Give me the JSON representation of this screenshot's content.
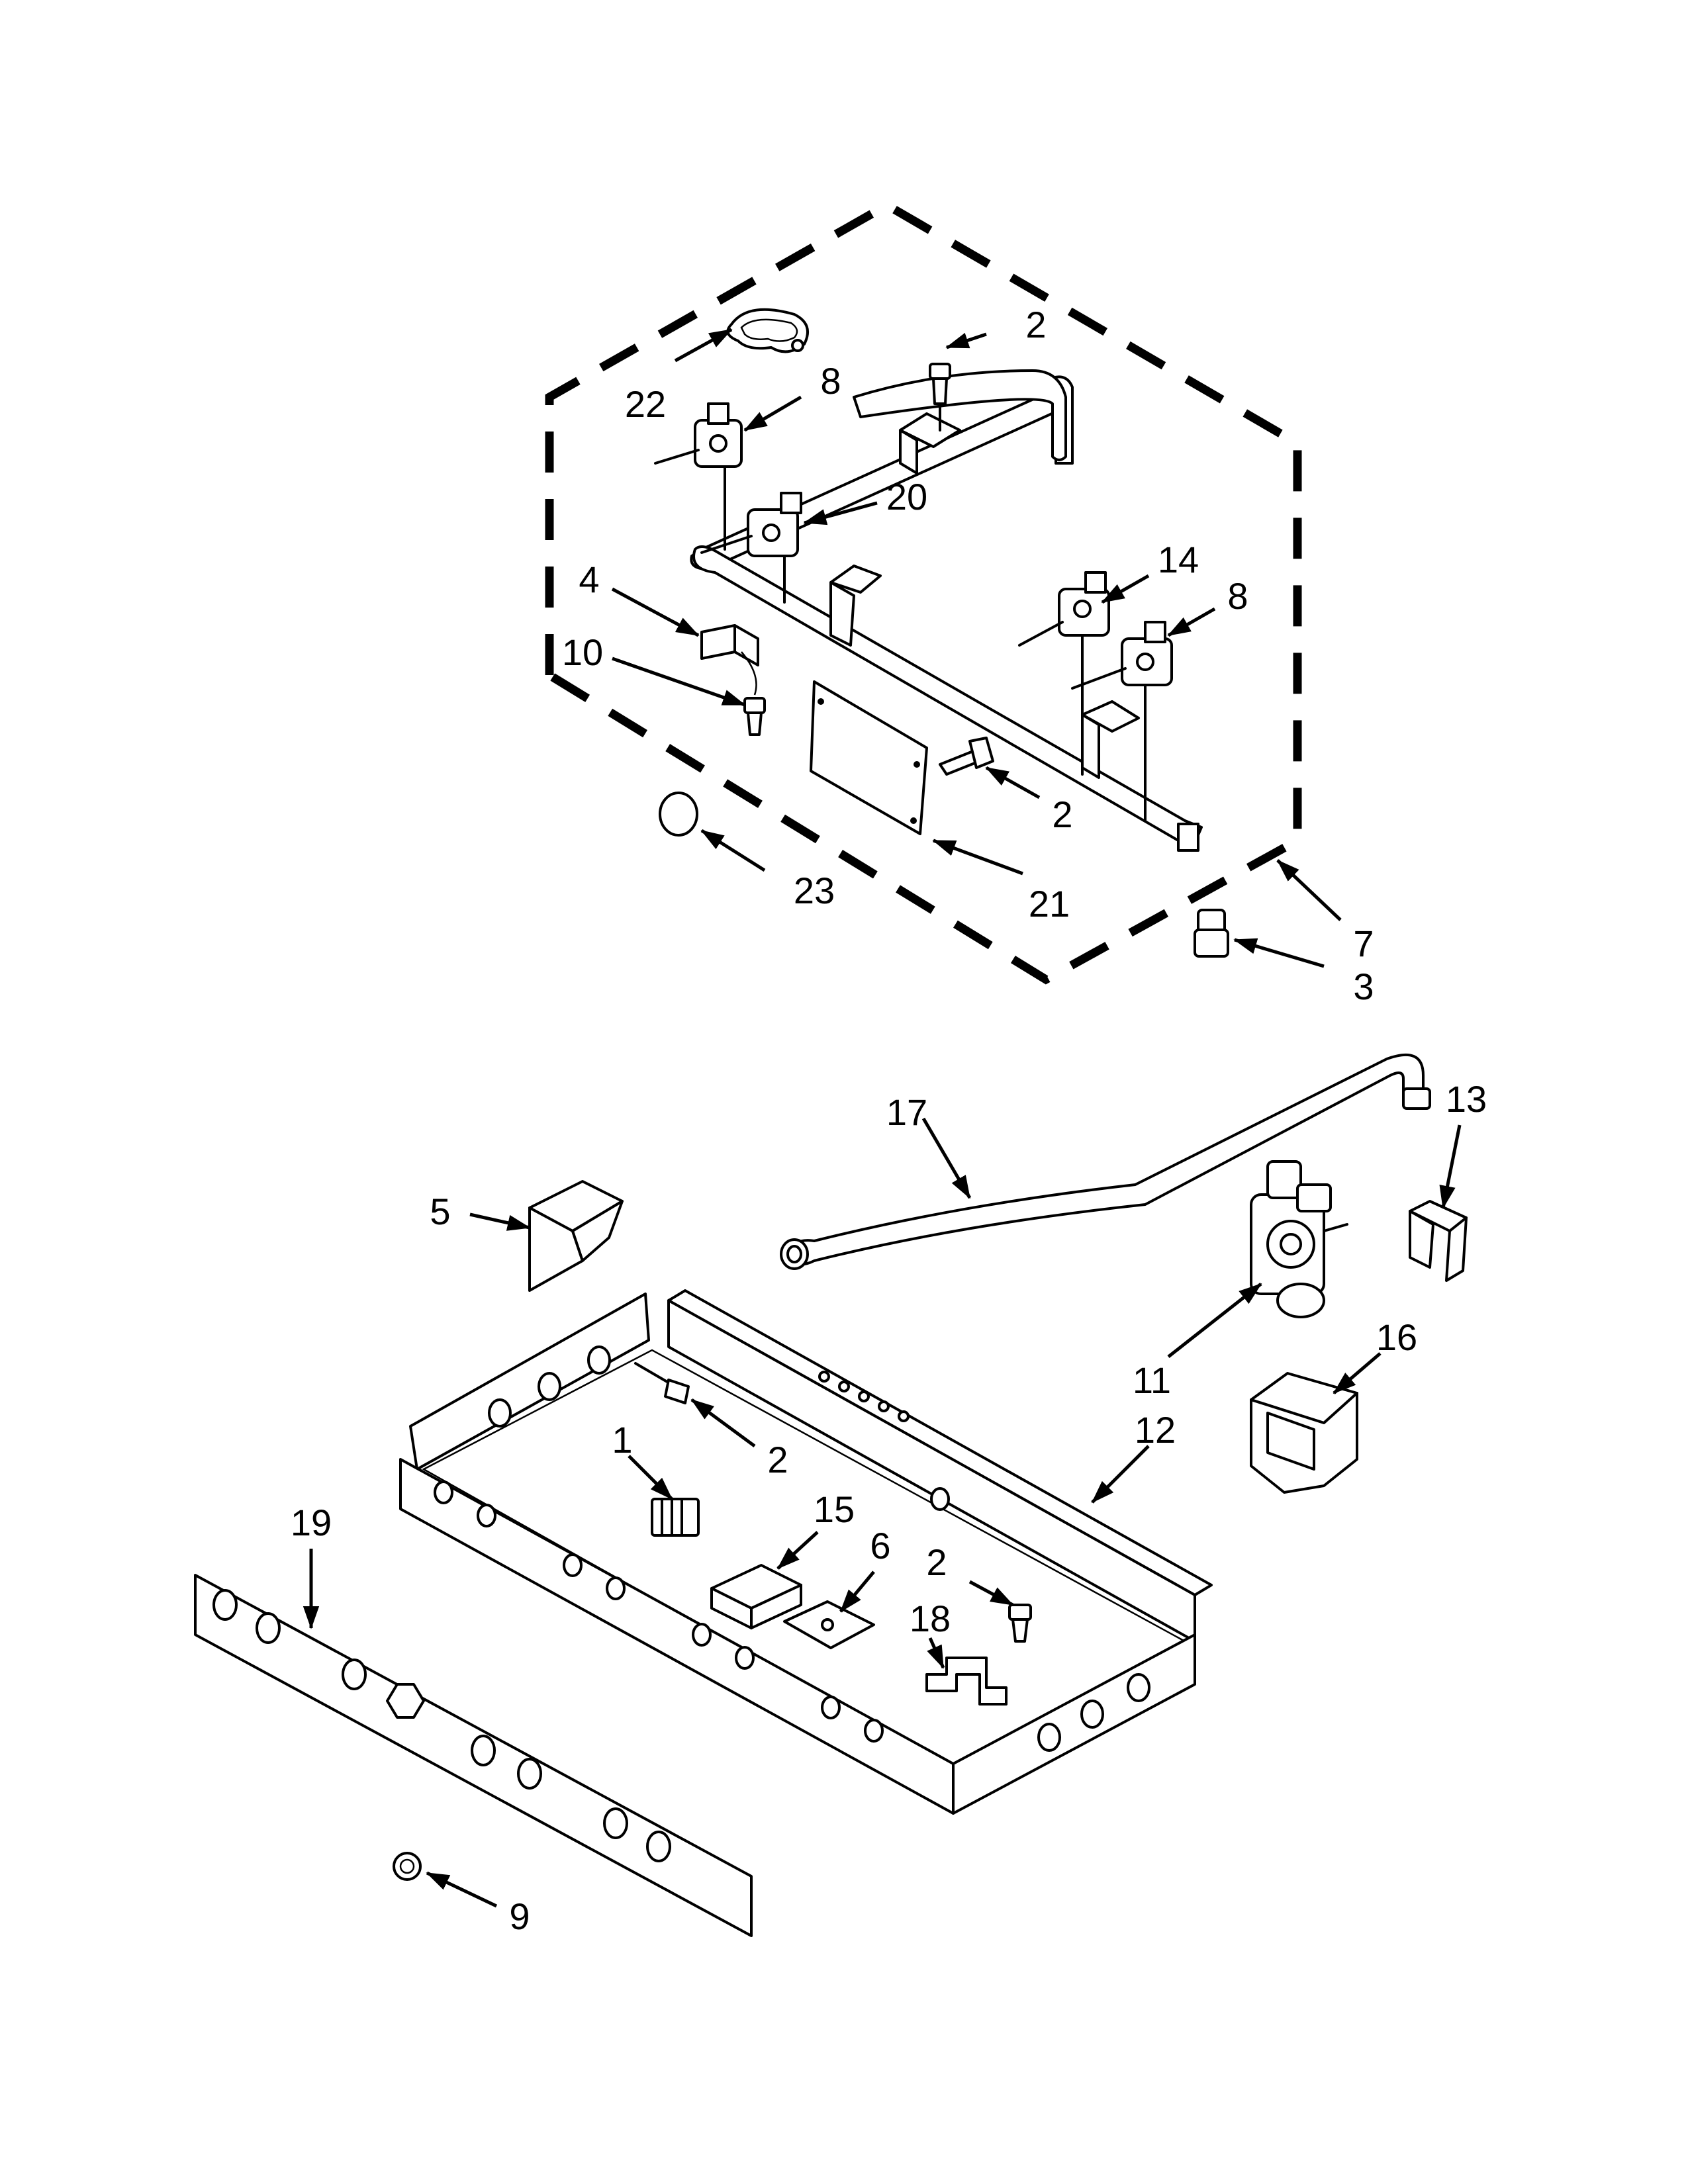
{
  "callouts": [
    {
      "id": "c22",
      "label": "22"
    },
    {
      "id": "c8a",
      "label": "8"
    },
    {
      "id": "c2a",
      "label": "2"
    },
    {
      "id": "c20",
      "label": "20"
    },
    {
      "id": "c4",
      "label": "4"
    },
    {
      "id": "c10",
      "label": "10"
    },
    {
      "id": "c14",
      "label": "14"
    },
    {
      "id": "c8b",
      "label": "8"
    },
    {
      "id": "c2b",
      "label": "2"
    },
    {
      "id": "c23",
      "label": "23"
    },
    {
      "id": "c21",
      "label": "21"
    },
    {
      "id": "c7",
      "label": "7"
    },
    {
      "id": "c3",
      "label": "3"
    },
    {
      "id": "c17",
      "label": "17"
    },
    {
      "id": "c13",
      "label": "13"
    },
    {
      "id": "c5",
      "label": "5"
    },
    {
      "id": "c11",
      "label": "11"
    },
    {
      "id": "c16",
      "label": "16"
    },
    {
      "id": "c12",
      "label": "12"
    },
    {
      "id": "c2c",
      "label": "2"
    },
    {
      "id": "c1",
      "label": "1"
    },
    {
      "id": "c15",
      "label": "15"
    },
    {
      "id": "c6",
      "label": "6"
    },
    {
      "id": "c2d",
      "label": "2"
    },
    {
      "id": "c18",
      "label": "18"
    },
    {
      "id": "c19",
      "label": "19"
    },
    {
      "id": "c9",
      "label": "9"
    }
  ]
}
